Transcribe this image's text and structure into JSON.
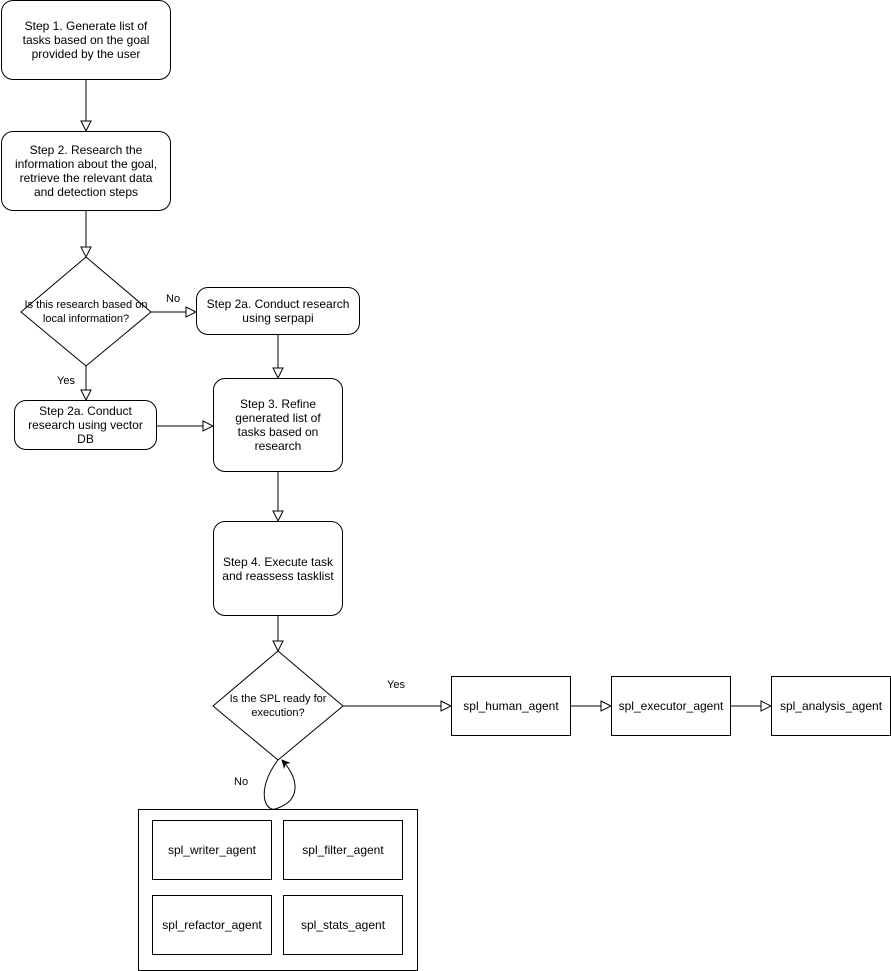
{
  "nodes": {
    "step1": "Step 1. Generate list of tasks based on the goal provided by the user",
    "step2": "Step 2. Research the information about the goal, retrieve the relevant data and detection steps",
    "decision_local": "Is this research based on local information?",
    "step2a_serpapi": "Step 2a. Conduct research using serpapi",
    "step2a_vector": "Step 2a. Conduct research using vector DB",
    "step3": "Step 3. Refine generated list of tasks based on research",
    "step4": "Step 4. Execute task and reassess tasklist",
    "decision_spl": "Is the SPL ready for execution?",
    "spl_human_agent": "spl_human_agent",
    "spl_executor_agent": "spl_executor_agent",
    "spl_analysis_agent": "spl_analysis_agent",
    "spl_writer_agent": "spl_writer_agent",
    "spl_filter_agent": "spl_filter_agent",
    "spl_refactor_agent": "spl_refactor_agent",
    "spl_stats_agent": "spl_stats_agent"
  },
  "edge_labels": {
    "local_no": "No",
    "local_yes": "Yes",
    "spl_yes": "Yes",
    "spl_no": "No"
  }
}
